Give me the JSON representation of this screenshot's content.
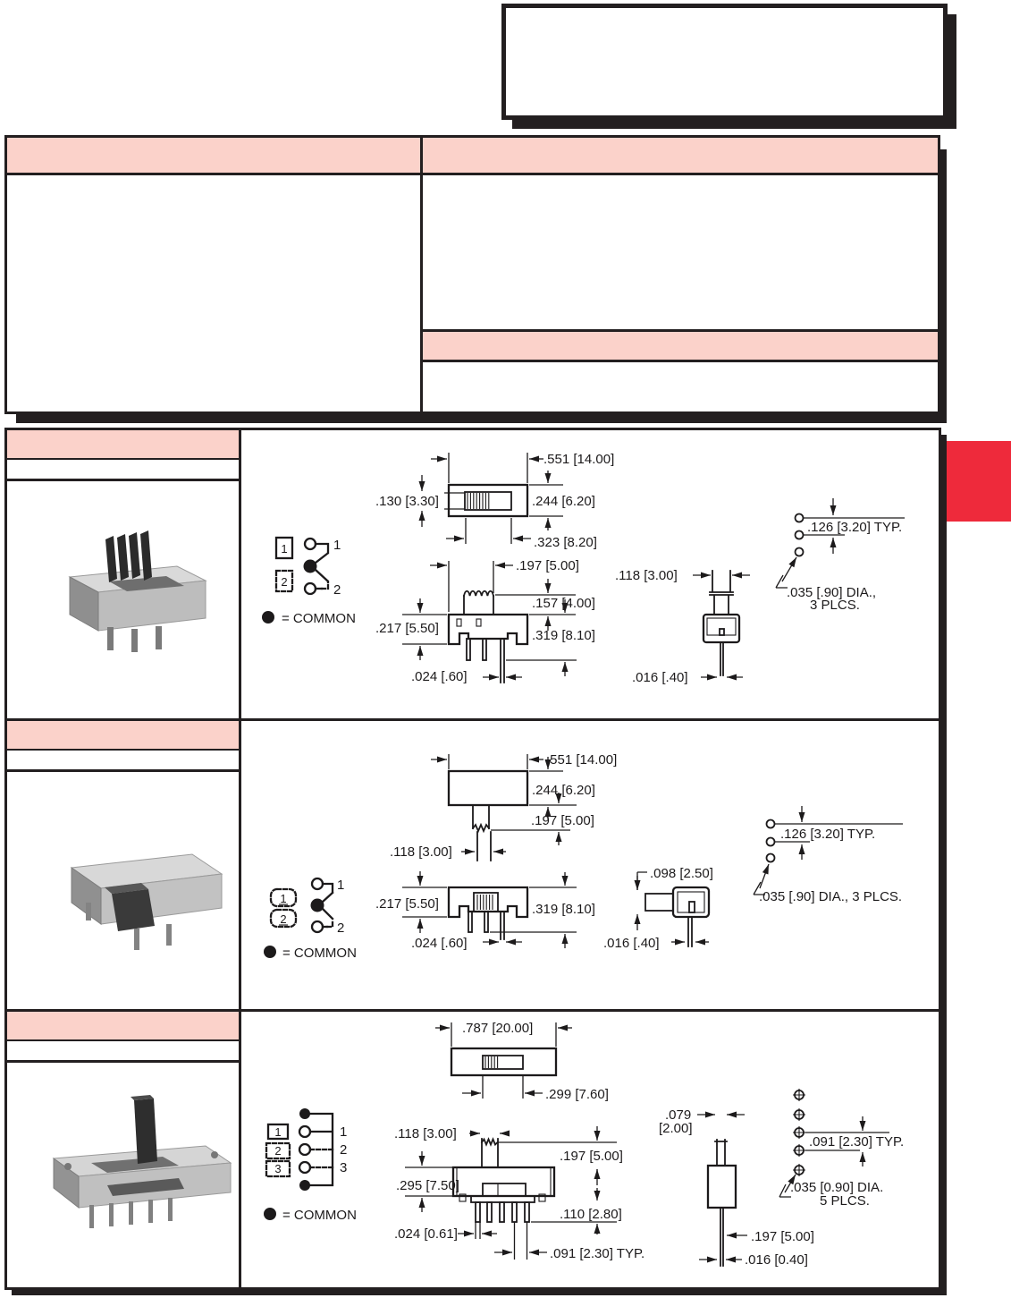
{
  "colors": {
    "pink": "#fbd2ca",
    "red": "#ee2a3b",
    "ink": "#1c1a1b"
  },
  "top_right_box": {
    "content": ""
  },
  "top_table": {
    "left_header": "",
    "right_header": "",
    "right_band": ""
  },
  "sections": [
    {
      "header": "",
      "subrow": "",
      "schematic": {
        "pole1": "1",
        "pole2": "2",
        "throw1": "1",
        "throw2": "2",
        "common_note": "= COMMON"
      },
      "dims": {
        "len": ".551 [14.00]",
        "knob_h": ".130 [3.30]",
        "body_w": ".244 [6.20]",
        "travel": ".323 [8.20]",
        "act_off": ".197 [5.00]",
        "act_h": ".157 [4.00]",
        "body_h": ".217 [5.50]",
        "total_h": ".319 [8.10]",
        "pin_w": ".024 [.60]",
        "side_w": ".118 [3.00]",
        "pin_t": ".016 [.40]",
        "pad_pitch": ".126 [3.20] TYP.",
        "pad_dia_l1": ".035 [.90] DIA.,",
        "pad_dia_l2": "3 PLCS."
      }
    },
    {
      "header": "",
      "subrow": "",
      "schematic": {
        "pole1": "1",
        "pole2": "2",
        "throw1": "1",
        "throw2": "2",
        "common_note": "= COMMON"
      },
      "dims": {
        "len": ".551 [14.00]",
        "body_w": ".244 [6.20]",
        "act_len": ".197 [5.00]",
        "act_w": ".118 [3.00]",
        "body_h": ".217 [5.50]",
        "total_h": ".319 [8.10]",
        "pin_w": ".024 [.60]",
        "side_off": ".098 [2.50]",
        "pin_t": ".016 [.40]",
        "pad_pitch": ".126 [3.20] TYP.",
        "pad_dia": ".035 [.90] DIA., 3 PLCS."
      }
    },
    {
      "header": "",
      "subrow": "",
      "schematic": {
        "pole1": "1",
        "pole2": "2",
        "pole3": "3",
        "throw1": "1",
        "throw2": "2",
        "throw3": "3",
        "common_note": "= COMMON"
      },
      "dims": {
        "len": ".787 [20.00]",
        "travel": ".299 [7.60]",
        "act_w": ".118 [3.00]",
        "act_h": ".197 [5.00]",
        "body_h": ".295 [7.50]",
        "pin_len": ".110 [2.80]",
        "pin_w": ".024 [0.61]",
        "pin_pitch": ".091 [2.30] TYP.",
        "side_w_l1": ".079",
        "side_w_l2": "[2.00]",
        "side_pin": ".197 [5.00]",
        "pin_t": ".016 [0.40]",
        "pad_pitch": ".091 [2.30] TYP.",
        "pad_dia_l1": ".035 [0.90] DIA.",
        "pad_dia_l2": "5 PLCS."
      }
    }
  ]
}
